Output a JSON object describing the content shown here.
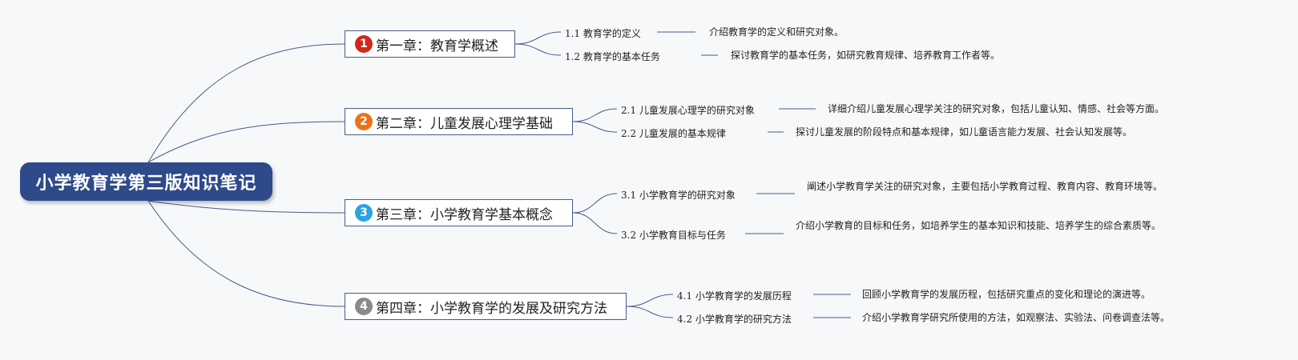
{
  "root": {
    "title": "小学教育学第三版知识笔记"
  },
  "colors": {
    "root_bg": "#2f4a8a",
    "line": "#4a5a8c",
    "badge_red": "#d0281c",
    "badge_orange": "#e8731c",
    "badge_blue": "#2aa3e0",
    "badge_gray": "#8a8a8a"
  },
  "chapters": [
    {
      "badge": "1",
      "badge_color": "#d0281c",
      "title": "第一章：教育学概述",
      "sections": [
        {
          "label": "1.1 教育学的定义",
          "detail": "介绍教育学的定义和研究对象。"
        },
        {
          "label": "1.2 教育学的基本任务",
          "detail": "探讨教育学的基本任务，如研究教育规律、培养教育工作者等。"
        }
      ]
    },
    {
      "badge": "2",
      "badge_color": "#e8731c",
      "title": "第二章：儿童发展心理学基础",
      "sections": [
        {
          "label": "2.1 儿童发展心理学的研究对象",
          "detail": "详细介绍儿童发展心理学关注的研究对象，包括儿童认知、情感、社会等方面。"
        },
        {
          "label": "2.2 儿童发展的基本规律",
          "detail": "探讨儿童发展的阶段特点和基本规律，如儿童语言能力发展、社会认知发展等。"
        }
      ]
    },
    {
      "badge": "3",
      "badge_color": "#2aa3e0",
      "title": "第三章：小学教育学基本概念",
      "sections": [
        {
          "label": "3.1 小学教育学的研究对象",
          "detail": "阐述小学教育学关注的研究对象，主要包括小学教育过程、教育内容、教育环境等。"
        },
        {
          "label": "3.2 小学教育目标与任务",
          "detail": "介绍小学教育的目标和任务，如培养学生的基本知识和技能、培养学生的综合素质等。"
        }
      ]
    },
    {
      "badge": "4",
      "badge_color": "#8a8a8a",
      "title": "第四章：小学教育学的发展及研究方法",
      "sections": [
        {
          "label": "4.1 小学教育学的发展历程",
          "detail": "回顾小学教育学的发展历程，包括研究重点的变化和理论的演进等。"
        },
        {
          "label": "4.2 小学教育学的研究方法",
          "detail": "介绍小学教育学研究所使用的方法，如观察法、实验法、问卷调查法等。"
        }
      ]
    }
  ]
}
